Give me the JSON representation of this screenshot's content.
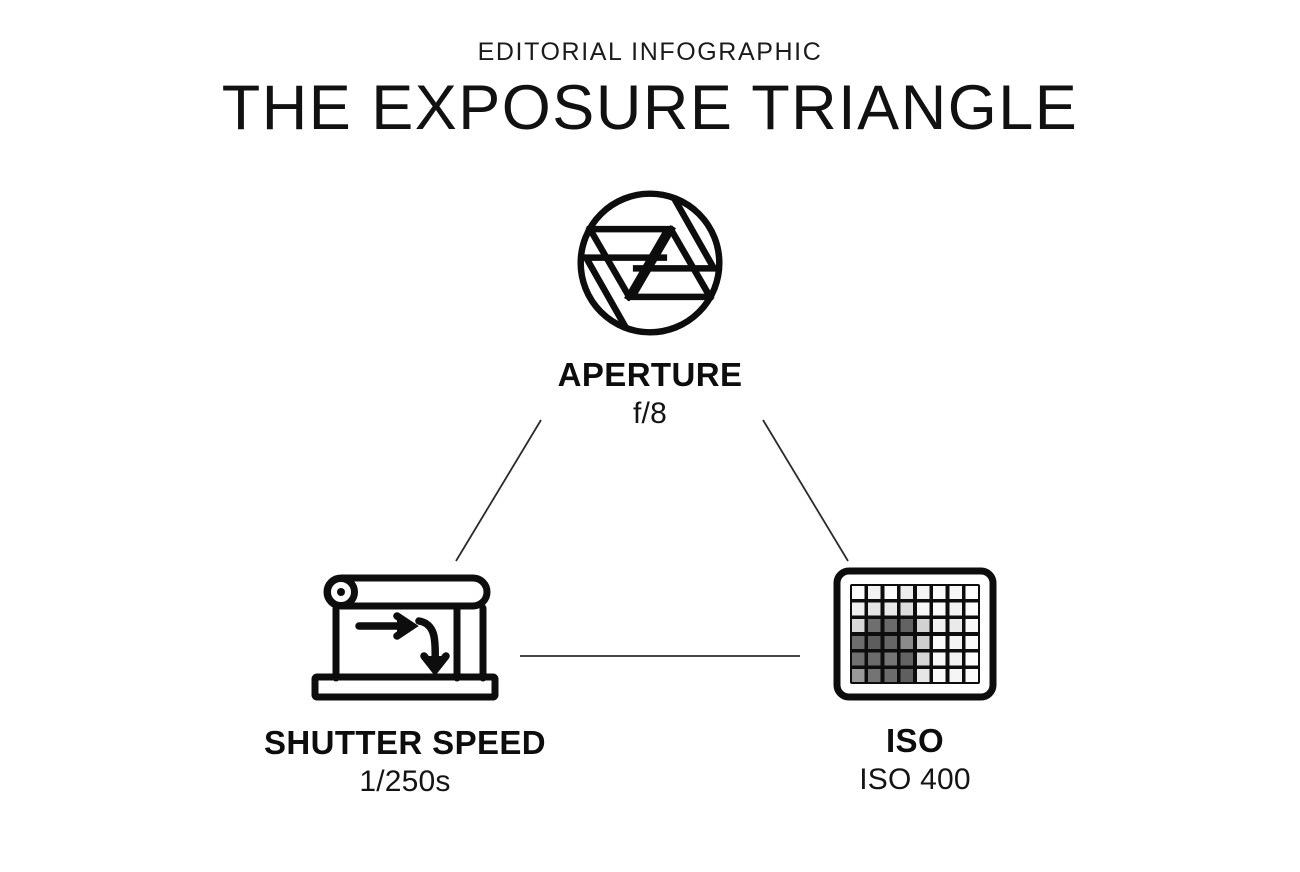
{
  "header": {
    "eyebrow": "EDITORIAL INFOGRAPHIC",
    "title": "THE EXPOSURE TRIANGLE"
  },
  "theme": {
    "background": "#ffffff",
    "ink": "#111111",
    "line": "#2b2b2b"
  },
  "nodes": [
    {
      "id": "aperture",
      "icon": "aperture-iris-icon",
      "title": "APERTURE",
      "value": "f/8"
    },
    {
      "id": "shutter",
      "icon": "shutter-curtain-icon",
      "title": "SHUTTER SPEED",
      "value": "1/250s"
    },
    {
      "id": "iso",
      "icon": "image-sensor-grid-icon",
      "title": "ISO",
      "value": "ISO 400"
    }
  ],
  "connectors": [
    {
      "name": "aperture-to-shutter",
      "from": "aperture",
      "to": "shutter"
    },
    {
      "name": "aperture-to-iso",
      "from": "aperture",
      "to": "iso"
    },
    {
      "name": "shutter-to-iso",
      "from": "shutter",
      "to": "iso"
    }
  ],
  "sensor_grid": {
    "columns": 8,
    "rows": 6,
    "cells": [
      [
        "#fdfdfd",
        "#f2f2f2",
        "#fbfbfb",
        "#ececec",
        "#f4f4f4",
        "#fafafa",
        "#f7f7f7",
        "#fdfdfd"
      ],
      [
        "#efefef",
        "#e4e4e4",
        "#e9e9e9",
        "#dcdcdc",
        "#f6f6f6",
        "#fbfbfb",
        "#f2f2f2",
        "#fcfcfc"
      ],
      [
        "#d8d8d8",
        "#6f6f6f",
        "#6a6a6a",
        "#636363",
        "#d2d2d2",
        "#f0f0f0",
        "#eaeaea",
        "#f8f8f8"
      ],
      [
        "#6d6d6d",
        "#5d5d5d",
        "#666666",
        "#8b8b8b",
        "#cfcfcf",
        "#fafafa",
        "#f3f3f3",
        "#fbfbfb"
      ],
      [
        "#707070",
        "#6b6b6b",
        "#757575",
        "#636363",
        "#d6d6d6",
        "#f7f7f7",
        "#f1f1f1",
        "#fdfdfd"
      ],
      [
        "#9a9a9a",
        "#747474",
        "#6c6c6c",
        "#5f5f5f",
        "#e6e6e6",
        "#fafafa",
        "#f5f5f5",
        "#fcfcfc"
      ]
    ]
  }
}
